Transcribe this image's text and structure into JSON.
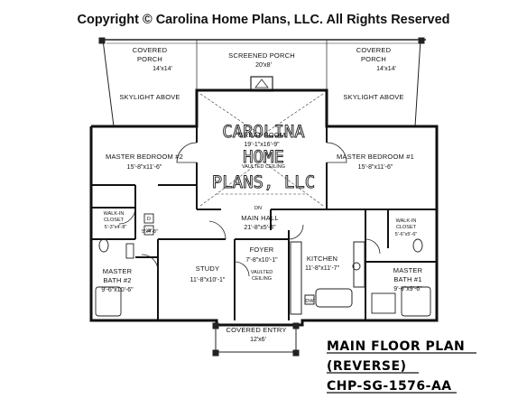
{
  "copyright": "Copyright © Carolina Home Plans, LLC. All Rights Reserved",
  "watermark": [
    "CAROLINA",
    "HOME",
    "PLANS, LLC"
  ],
  "rooms": {
    "covered_porch_left": {
      "name_line1": "COVERED",
      "name_line2": "PORCH",
      "dims": "14'x14'",
      "note": "SKYLIGHT ABOVE"
    },
    "screened_porch": {
      "name": "SCREENED PORCH",
      "dims": "20'x8'"
    },
    "covered_porch_right": {
      "name_line1": "COVERED",
      "name_line2": "PORCH",
      "dims": "14'x14'",
      "note": "SKYLIGHT ABOVE"
    },
    "great_room": {
      "name": "GREAT ROOM",
      "dims": "19'-1\"x16'-9\"",
      "note": "VAULTED CEILING"
    },
    "master_bedroom_2": {
      "name": "MASTER BEDROOM #2",
      "dims": "15'-8\"x11'-6\""
    },
    "master_bedroom_1": {
      "name": "MASTER BEDROOM #1",
      "dims": "15'-8\"x11'-6\""
    },
    "walkin_closet_left": {
      "name_line1": "WALK-IN",
      "name_line2": "CLOSET",
      "dims": "5'-3\"x4'-8\""
    },
    "walkin_closet_right": {
      "name_line1": "WALK-IN",
      "name_line2": "CLOSET",
      "dims": "5'-6\"x5'-6\""
    },
    "laundry": {
      "dims": "5'x4'-8\""
    },
    "main_hall": {
      "name": "MAIN HALL",
      "dims": "21'-8\"x5'-4\"",
      "note": "DN"
    },
    "foyer": {
      "name": "FOYER",
      "dims": "7'-8\"x10'-1\"",
      "note_line1": "VAULTED",
      "note_line2": "CEILING"
    },
    "kitchen": {
      "name": "KITCHEN",
      "dims": "11'-8\"x11'-7\""
    },
    "study": {
      "name": "STUDY",
      "dims": "11'-8\"x10'-1\""
    },
    "master_bath_2": {
      "name_line1": "MASTER",
      "name_line2": "BATH #2",
      "dims": "9'-6\"x10'-6\""
    },
    "master_bath_1": {
      "name_line1": "MASTER",
      "name_line2": "BATH #1",
      "dims": "9'-6\"x9'-6\""
    },
    "covered_entry": {
      "name": "COVERED ENTRY",
      "dims": "12'x6'"
    }
  },
  "fixtures": {
    "dishwasher": "DW",
    "washer": "W",
    "dryer": "D"
  },
  "title_block": {
    "line1": "MAIN FLOOR PLAN",
    "line2": "(REVERSE)",
    "line3": "CHP-SG-1576-AA"
  }
}
